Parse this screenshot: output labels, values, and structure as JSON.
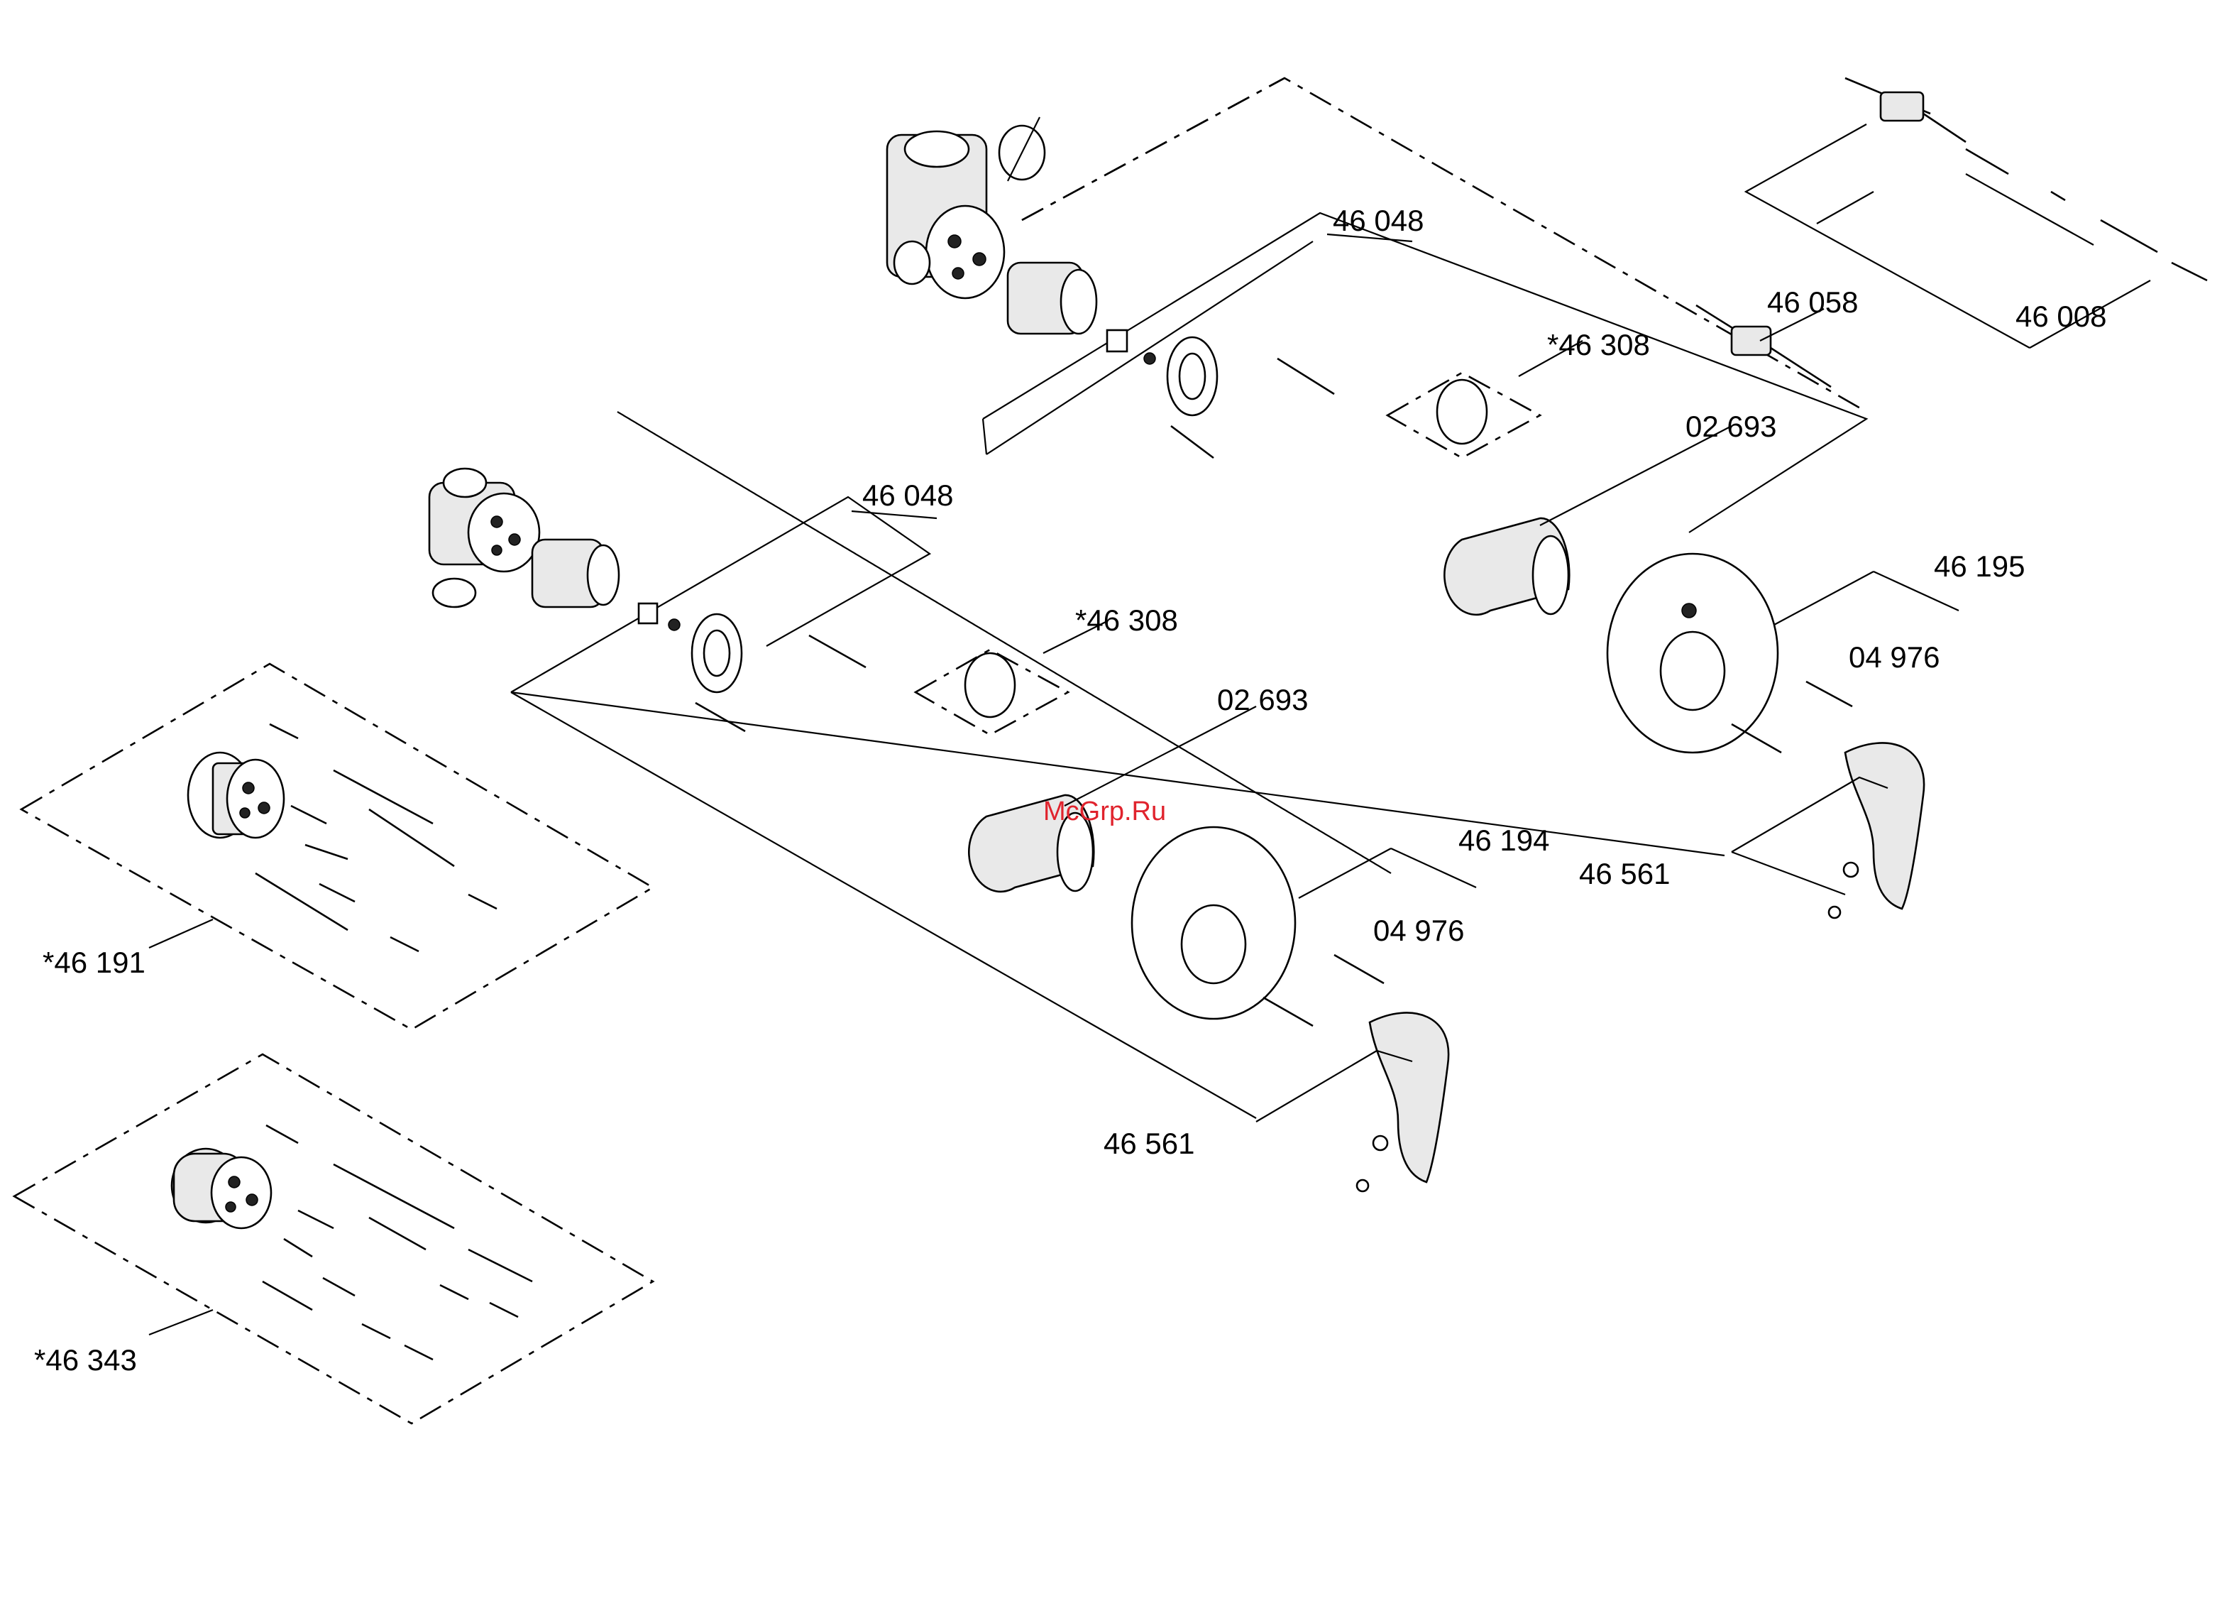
{
  "watermark": "McGrp.Ru",
  "labels": {
    "upper_cartridge": "46 048",
    "upper_cap": "*46 308",
    "upper_sleeve": "02 693",
    "upper_rosette": "46 195",
    "upper_screws": "04 976",
    "upper_lever": "46 561",
    "diverter_spindle": "46 058",
    "diverter_extension": "46 008",
    "lower_cartridge": "46 048",
    "lower_cap": "*46 308",
    "lower_sleeve": "02 693",
    "lower_rosette": "46 194",
    "lower_screws": "04 976",
    "lower_lever": "46 561",
    "kit_a": "*46 191",
    "kit_b": "*46 343"
  }
}
